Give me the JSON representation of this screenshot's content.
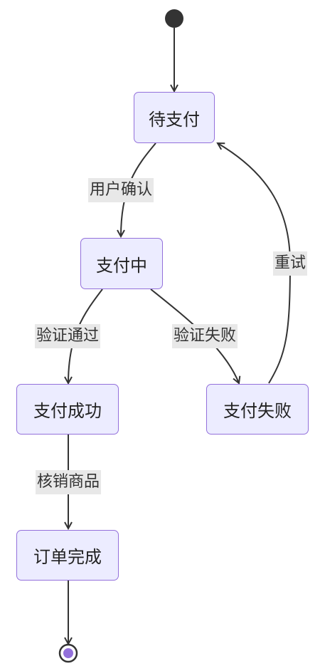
{
  "diagram": {
    "type": "state-diagram",
    "states": {
      "pending": "待支付",
      "paying": "支付中",
      "success": "支付成功",
      "failed": "支付失败",
      "completed": "订单完成"
    },
    "transitions": {
      "start_to_pending": "",
      "pending_to_paying": "用户确认",
      "paying_to_success": "验证通过",
      "paying_to_failed": "验证失败",
      "failed_to_pending": "重试",
      "success_to_completed": "核销商品",
      "completed_to_end": ""
    },
    "colors": {
      "state_fill": "#ececff",
      "state_border": "#9370db",
      "edge": "#333333",
      "label_background": "#e8e8e8",
      "start_node": "#333333",
      "end_node_inner": "#9370db"
    }
  }
}
